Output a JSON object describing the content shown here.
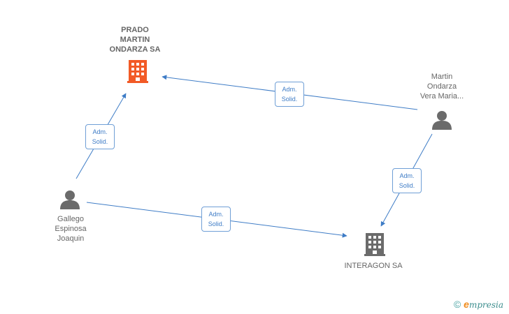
{
  "nodes": {
    "prado": {
      "label": "PRADO\nMARTIN\nONDARZA SA",
      "type": "company",
      "color": "#f25a26"
    },
    "interagon": {
      "label": "INTERAGON SA",
      "type": "company",
      "color": "#6b6b6b"
    },
    "martin": {
      "label": "Martin\nOndarza\nVera Maria...",
      "type": "person",
      "color": "#6b6b6b"
    },
    "gallego": {
      "label": "Gallego\nEspinosa\nJoaquin",
      "type": "person",
      "color": "#6b6b6b"
    }
  },
  "edges": [
    {
      "from": "martin",
      "to": "prado",
      "label": "Adm.\nSolid."
    },
    {
      "from": "gallego",
      "to": "prado",
      "label": "Adm.\nSolid."
    },
    {
      "from": "martin",
      "to": "interagon",
      "label": "Adm.\nSolid."
    },
    {
      "from": "gallego",
      "to": "interagon",
      "label": "Adm.\nSolid."
    }
  ],
  "footer": {
    "copyright": "©",
    "brand_initial": "e",
    "brand_rest": "mpresia"
  },
  "colors": {
    "edge": "#3e7cc6",
    "edge_label_border": "#6f9fd6"
  }
}
